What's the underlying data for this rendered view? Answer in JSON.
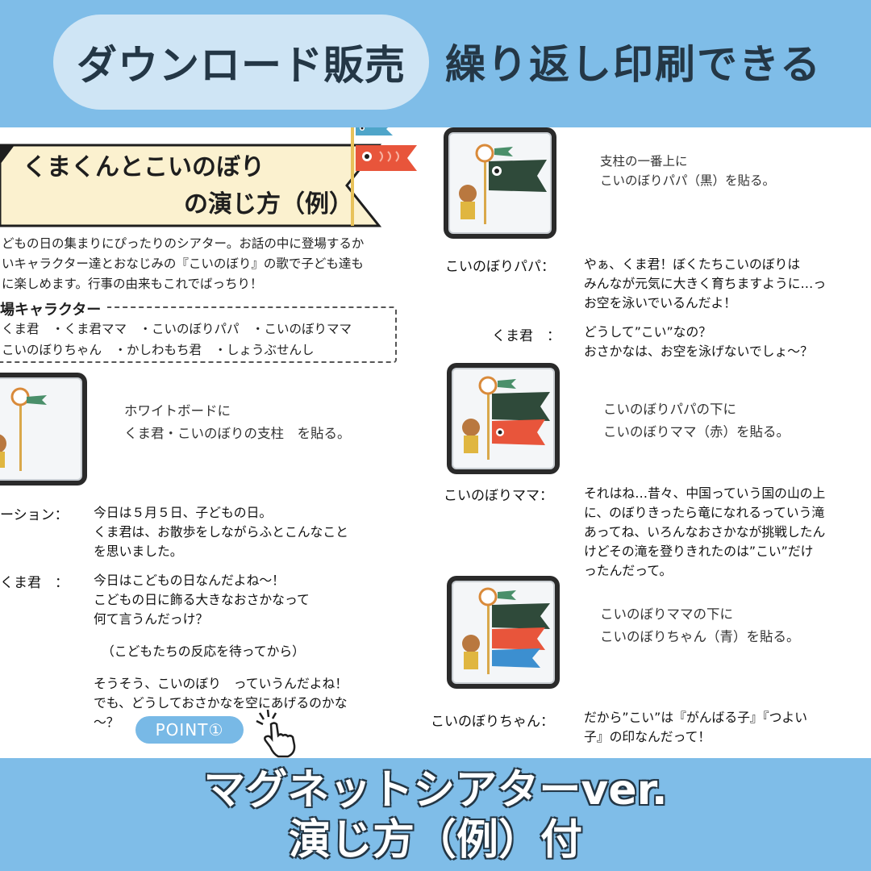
{
  "header": {
    "badge": "ダウンロード販売",
    "tagline": "繰り返し印刷できる"
  },
  "doc": {
    "title_line1": "くまくんとこいのぼり",
    "title_line2": "の演じ方（例）",
    "intro": [
      "どもの日の集まりにぴったりのシアター。お話の中に登場するか",
      "いキャラクター達とおなじみの『こいのぼり』の歌で子ども達も",
      "に楽しめます。行事の由来もこれでばっちり！"
    ],
    "characters_heading": "場キャラクター",
    "characters_rows": [
      "くま君　・くま君ママ　・こいのぼりパパ　・こいのぼりママ",
      "こいのぼりちゃん　・かしわもち君　・しょうぶせんし"
    ],
    "left_caption": [
      "ホワイトボードに",
      "くま君・こいのぼりの支柱　を貼る。"
    ],
    "narration": {
      "speaker": "ーション：",
      "lines": [
        "今日は５月５日、子どもの日。",
        "くま君は、お散歩をしながらふとこんなこと",
        "を思いました。"
      ]
    },
    "kuma_line": {
      "speaker": "くま君　：",
      "lines": [
        "今日はこどもの日なんだよね～！",
        "こどもの日に飾る大きなおさかなって",
        "何て言うんだっけ？",
        "",
        "（こどもたちの反応を待ってから）",
        "",
        "そうそう、こいのぼり　っていうんだよね！",
        "でも、どうしておさかなを空にあげるのかな",
        "～？"
      ]
    },
    "point_label": "POINT①",
    "right_caption_1": [
      "支柱の一番上に",
      "こいのぼりパパ（黒）を貼る。"
    ],
    "papa": {
      "speaker": "こいのぼりパパ：",
      "lines": [
        "やぁ、くま君！ぼくたちこいのぼりは",
        "みんなが元気に大きく育ちますように…っ",
        "お空を泳いでいるんだよ！"
      ]
    },
    "kuma2": {
      "speaker": "くま君　：",
      "lines": [
        "どうして”こい”なの？",
        "おさかなは、お空を泳げないでしょ～？"
      ]
    },
    "right_caption_2": [
      "こいのぼりパパの下に",
      "こいのぼりママ（赤）を貼る。"
    ],
    "mama": {
      "speaker": "こいのぼりママ：",
      "lines": [
        "それはね…昔々、中国っていう国の山の上",
        "に、のぼりきったら竜になれるっていう滝",
        "あってね、いろんなおさかなが挑戦したん",
        "けどその滝を登りきれたのは”こい”だけ",
        "ったんだって。"
      ]
    },
    "right_caption_3": [
      "こいのぼりママの下に",
      "こいのぼりちゃん（青）を貼る。"
    ],
    "chan": {
      "speaker": "こいのぼりちゃん：",
      "lines": [
        "だから”こい”は『がんばる子』『つよい",
        "子』の印なんだって！"
      ]
    }
  },
  "footer": {
    "line1": "マグネットシアターver.",
    "line2": "演じ方（例）付"
  },
  "colors": {
    "background": "#7fbde8",
    "pill": "#cfe5f5",
    "text_dark": "#243746",
    "banner": "#fbf1cf",
    "koi_black": "#2f4a3a",
    "koi_red": "#e8553b",
    "koi_blue": "#3c8fd0"
  }
}
